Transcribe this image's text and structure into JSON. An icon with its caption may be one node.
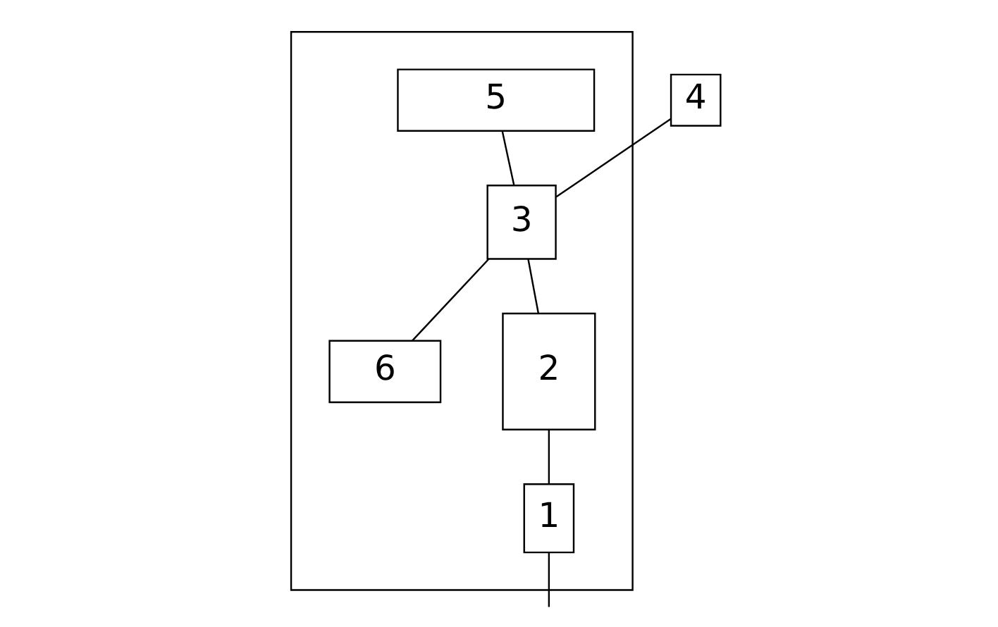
{
  "diagram": {
    "nodes": [
      {
        "text": [],
        "shape": "box"
      },
      {
        "text": [
          "5"
        ],
        "in": 0
      },
      {
        "text": [
          "6"
        ],
        "in": 0
      },
      {
        "text": [
          "3"
        ],
        "in": 0
      },
      {
        "text": [
          "4"
        ]
      },
      {
        "text": [
          "2"
        ],
        "in": 0
      },
      {
        "text": [
          "1"
        ],
        "in": 0
      }
    ],
    "edges": [
      {
        "from": 1,
        "to": 3,
        "arrow": "none"
      },
      {
        "from": 4,
        "to": 3,
        "arrow": "none"
      },
      {
        "from": 3,
        "to": 2,
        "arrow": "none"
      },
      {
        "from": 3,
        "to": 5,
        "arrow": "none"
      },
      {
        "from": 5,
        "to": 6,
        "arrow": "none"
      },
      {
        "from": 6,
        "to": null,
        "arrow": "none"
      }
    ]
  }
}
